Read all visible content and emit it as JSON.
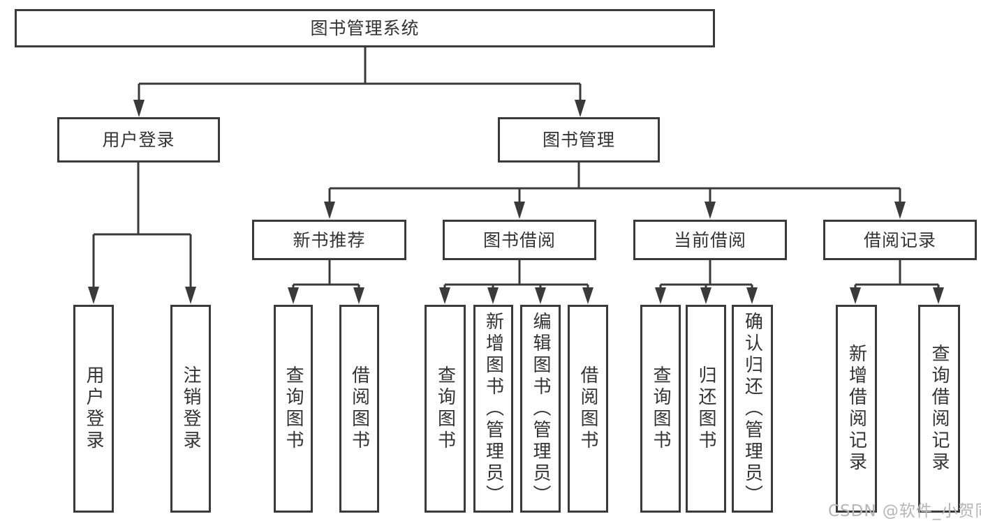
{
  "diagram_type": "hierarchy-tree",
  "colors": {
    "line": "#3a3a3a",
    "box_border": "#3a3a3a",
    "box_background": "#ffffff",
    "text": "#333333",
    "watermark": "#b5b5b5"
  },
  "tree": {
    "label": "图书管理系统",
    "children": [
      {
        "label": "用户登录",
        "children": [
          {
            "label": "用户登录"
          },
          {
            "label": "注销登录"
          }
        ]
      },
      {
        "label": "图书管理",
        "children": [
          {
            "label": "新书推荐",
            "children": [
              {
                "label": "查询图书"
              },
              {
                "label": "借阅图书"
              }
            ]
          },
          {
            "label": "图书借阅",
            "children": [
              {
                "label": "查询图书"
              },
              {
                "label": "新增图书（管理员）"
              },
              {
                "label": "编辑图书（管理员）"
              },
              {
                "label": "借阅图书"
              }
            ]
          },
          {
            "label": "当前借阅",
            "children": [
              {
                "label": "查询图书"
              },
              {
                "label": "归还图书"
              },
              {
                "label": "确认归还（管理员）"
              }
            ]
          },
          {
            "label": "借阅记录",
            "children": [
              {
                "label": "新增借阅记录"
              },
              {
                "label": "查询借阅记录"
              }
            ]
          }
        ]
      }
    ]
  },
  "watermark": "CSDN @软件_小贺同学"
}
